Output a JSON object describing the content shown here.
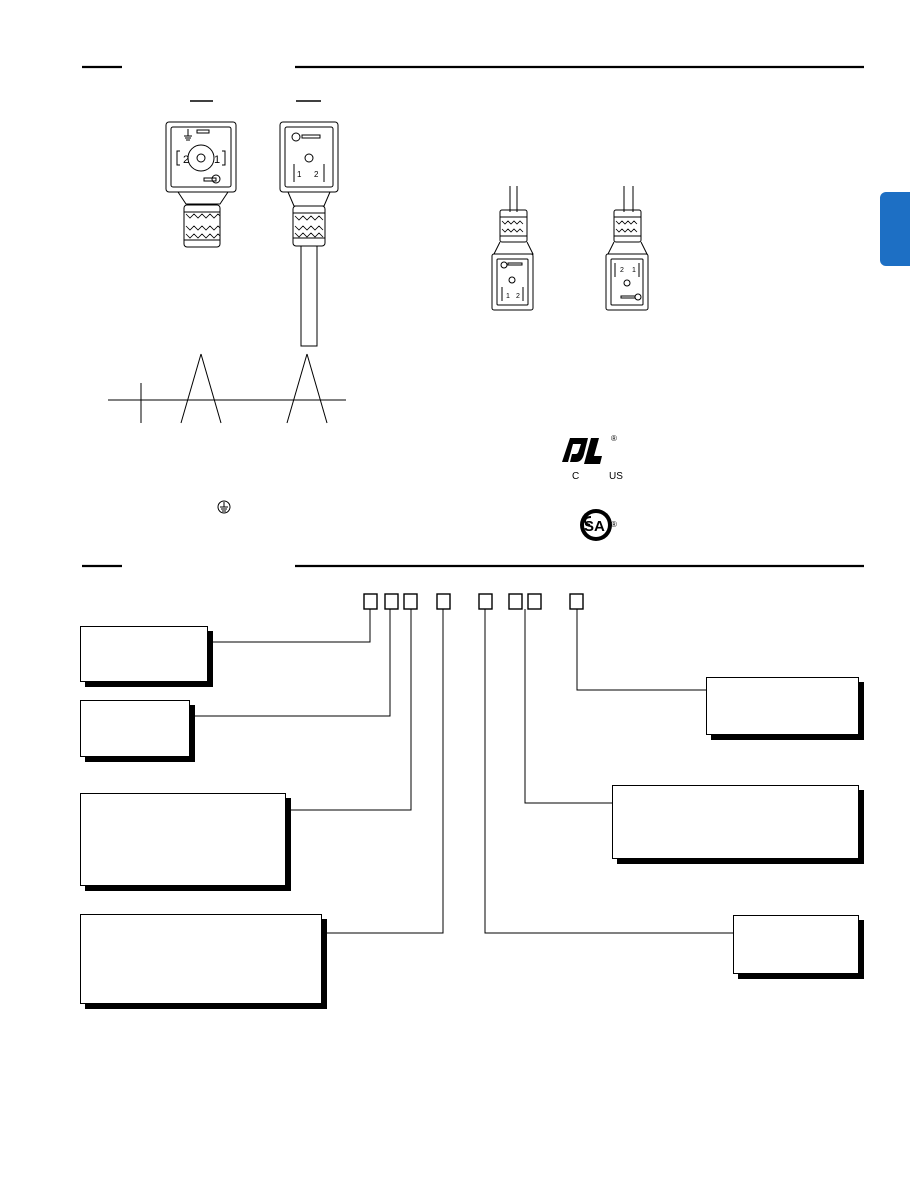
{
  "section_tab": {
    "color": "#1d6fc4"
  },
  "connector_a": {
    "pin_left": "2",
    "pin_right": "1",
    "ground_icon": "ground-icon"
  },
  "connector_b": {
    "pin_1": "1",
    "pin_2": "2"
  },
  "connector_c": {
    "pin_1": "1",
    "pin_2": "2"
  },
  "connector_d": {
    "pin_1": "2",
    "pin_2": "1"
  },
  "ul_mark": {
    "left": "C",
    "right": "US",
    "registered": "®"
  },
  "csa_mark": {
    "registered": "®"
  },
  "colors": {
    "rule": "#000000",
    "shadow": "#000000"
  }
}
